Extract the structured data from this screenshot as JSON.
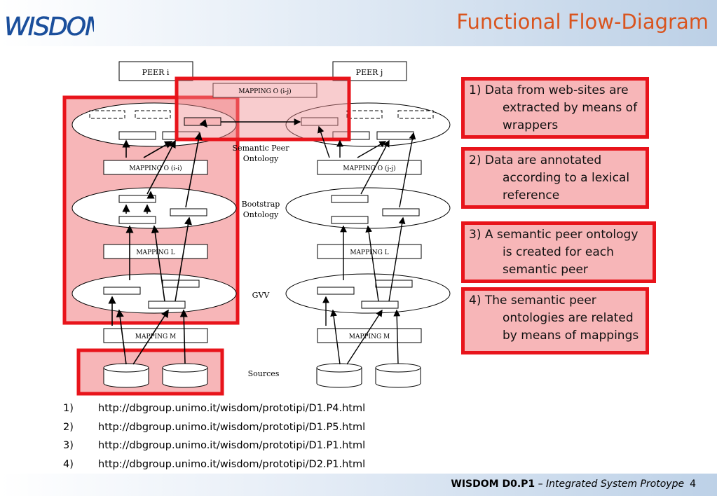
{
  "header": {
    "logo_text": "WISDOM",
    "title": "Functional Flow-Diagram"
  },
  "diagram": {
    "peer_left": "PEER i",
    "peer_right": "PEER j",
    "mapping_oij": "MAPPING O (i-j)",
    "mapping_oii": "MAPPING O (i-i)",
    "mapping_ojj": "MAPPING O (j-j)",
    "mapping_l": "MAPPING L",
    "mapping_m": "MAPPING M",
    "label_semantic_1": "Semantic Peer",
    "label_semantic_2": "Ontology",
    "label_bootstrap_1": "Bootstrap",
    "label_bootstrap_2": "Ontology",
    "label_gvv": "GVV",
    "label_sources": "Sources"
  },
  "notes": [
    {
      "line1": "1) Data from web-sites are",
      "rest": [
        "extracted by means of",
        "wrappers"
      ]
    },
    {
      "line1": "2) Data are annotated",
      "rest": [
        "according to a lexical",
        "reference"
      ]
    },
    {
      "line1": "3) A semantic peer ontology",
      "rest": [
        "is created for each",
        "semantic peer"
      ]
    },
    {
      "line1": "4) The semantic peer",
      "rest": [
        "ontologies are related",
        "by means of mappings"
      ]
    }
  ],
  "links": [
    {
      "num": "1)",
      "url": "http://dbgroup.unimo.it/wisdom/prototipi/D1.P4.html"
    },
    {
      "num": "2)",
      "url": "http://dbgroup.unimo.it/wisdom/prototipi/D1.P5.html"
    },
    {
      "num": "3)",
      "url": "http://dbgroup.unimo.it/wisdom/prototipi/D1.P1.html"
    },
    {
      "num": "4)",
      "url": "http://dbgroup.unimo.it/wisdom/prototipi/D2.P1.html"
    }
  ],
  "footer": {
    "project": "WISDOM D0.P1",
    "separator": " – ",
    "subtitle": "Integrated System Protoype",
    "page": "4"
  },
  "colors": {
    "title": "#d9541e",
    "highlight_border": "#e8141b",
    "highlight_fill": "#f7b6b8"
  }
}
